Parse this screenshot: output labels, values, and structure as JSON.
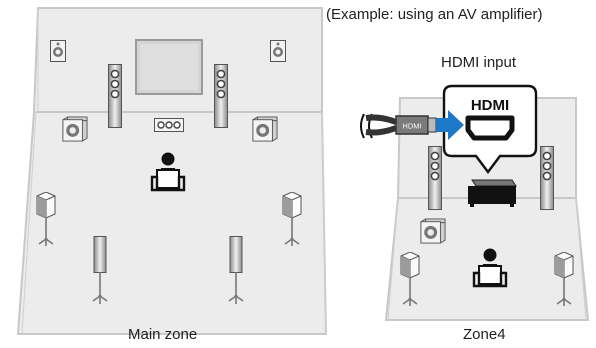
{
  "caption_example": "(Example: using an AV amplifier)",
  "hdmi_input_label": "HDMI input",
  "hdmi_port_label": "HDMI",
  "hdmi_plug_label": "HDMI",
  "main_zone_label": "Main zone",
  "zone4_label": "Zone4",
  "colors": {
    "room_fill": "#ececec",
    "room_stroke": "#c8c8c8",
    "speaker_dark": "#555555",
    "speaker_light": "#dddddd",
    "arrow_blue": "#1e78c8",
    "black": "#111111"
  }
}
